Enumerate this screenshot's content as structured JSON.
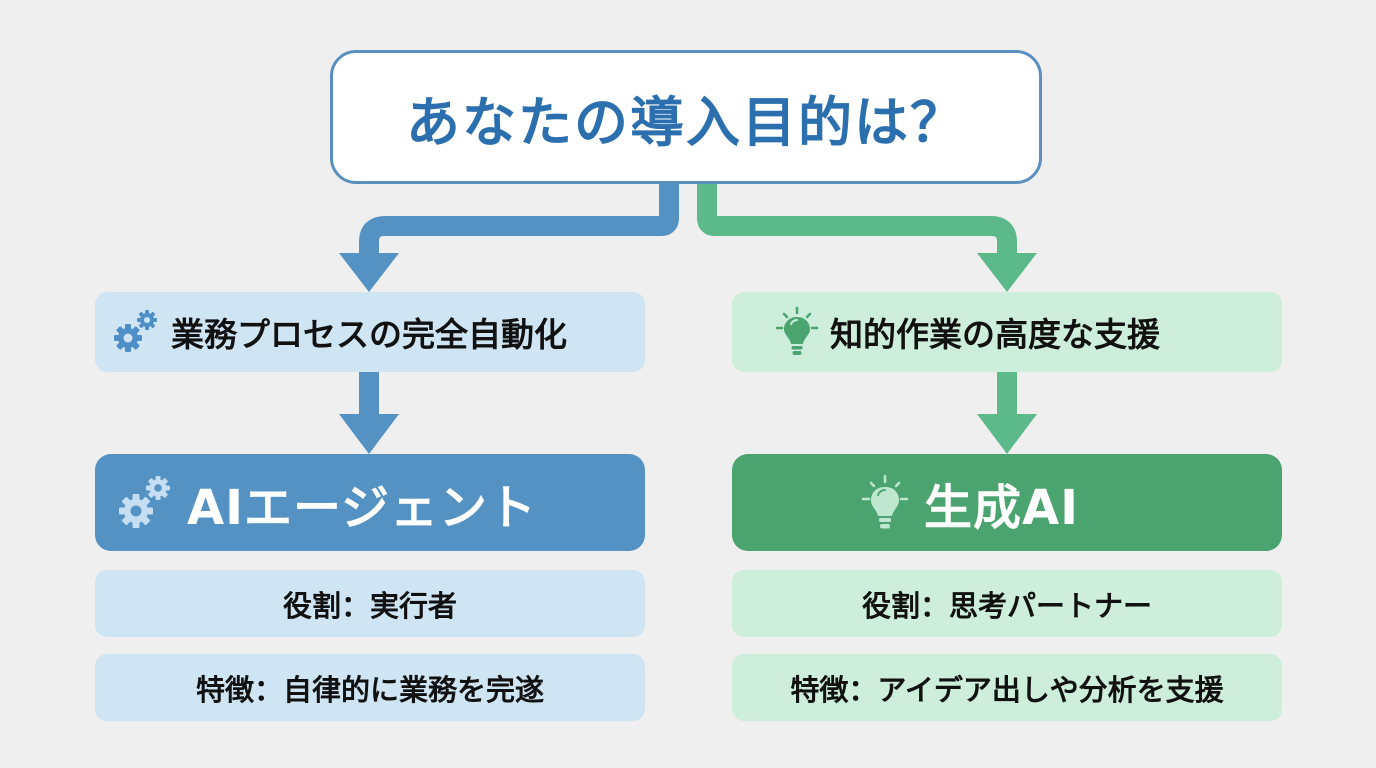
{
  "question": {
    "text": "あなたの導入目的は？"
  },
  "colors": {
    "background": "#efefef",
    "blue_primary": "#5592c4",
    "blue_light": "#cfe5f3",
    "blue_title_text": "#2c6fae",
    "green_primary": "#4ba470",
    "green_arrow": "#5cb98a",
    "green_light": "#cdeedb"
  },
  "branches": [
    {
      "id": "left",
      "purpose": {
        "icon": "gears-icon",
        "label": "業務プロセスの完全自動化"
      },
      "result": {
        "icon": "gears-icon",
        "label": "AIエージェント"
      },
      "role": "役割：実行者",
      "feature": "特徴：自律的に業務を完遂"
    },
    {
      "id": "right",
      "purpose": {
        "icon": "lightbulb-icon",
        "label": "知的作業の高度な支援"
      },
      "result": {
        "icon": "lightbulb-icon",
        "label": "生成AI"
      },
      "role": "役割：思考パートナー",
      "feature": "特徴：アイデア出しや分析を支援"
    }
  ]
}
